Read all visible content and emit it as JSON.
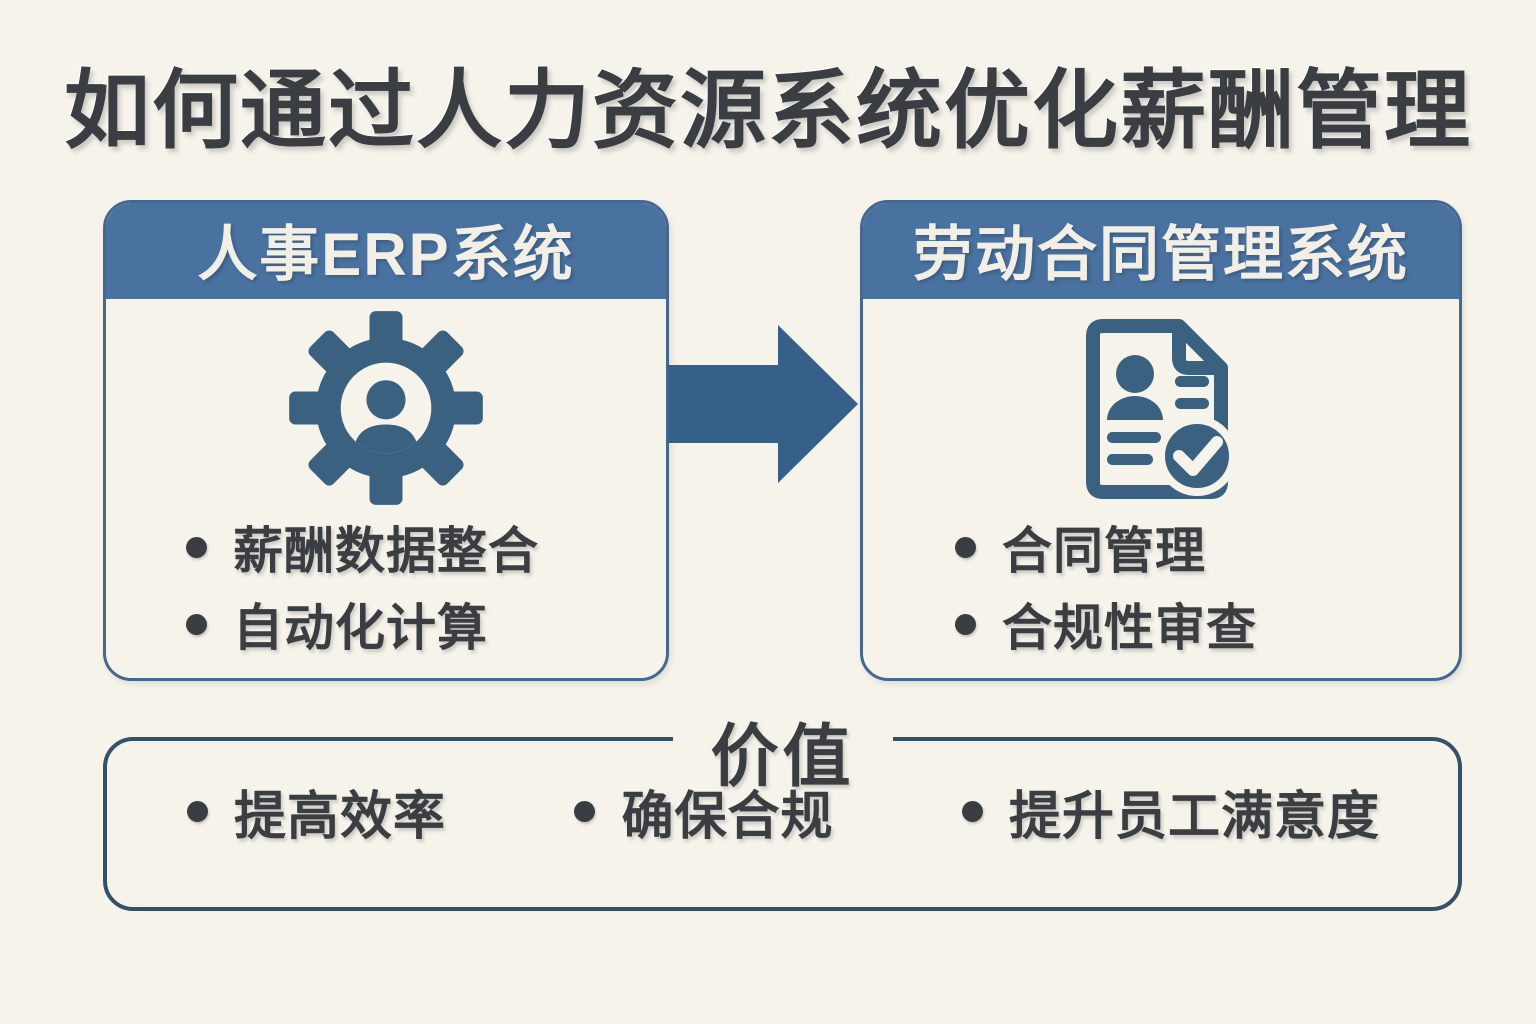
{
  "page": {
    "title": "如何通过人力资源系统优化薪酬管理"
  },
  "left_box": {
    "title": "人事ERP系统",
    "icon": "gear-person-icon",
    "bullets": [
      "薪酬数据整合",
      "自动化计算"
    ]
  },
  "arrow": {
    "direction": "right"
  },
  "right_box": {
    "title": "劳动合同管理系统",
    "icon": "contract-check-icon",
    "bullets": [
      "合同管理",
      "合规性审查"
    ]
  },
  "value_box": {
    "title": "价值",
    "bullets": [
      "提高效率",
      "确保合规",
      "提升员工满意度"
    ]
  },
  "colors": {
    "background": "#f6f3ea",
    "header_blue": "#4a72a0",
    "box_border_blue": "#44688f",
    "icon_blue": "#3a617f",
    "arrow_blue": "#366089",
    "value_border": "#34506b",
    "text_dark": "#3a3d41",
    "header_text": "#f2efe6"
  }
}
